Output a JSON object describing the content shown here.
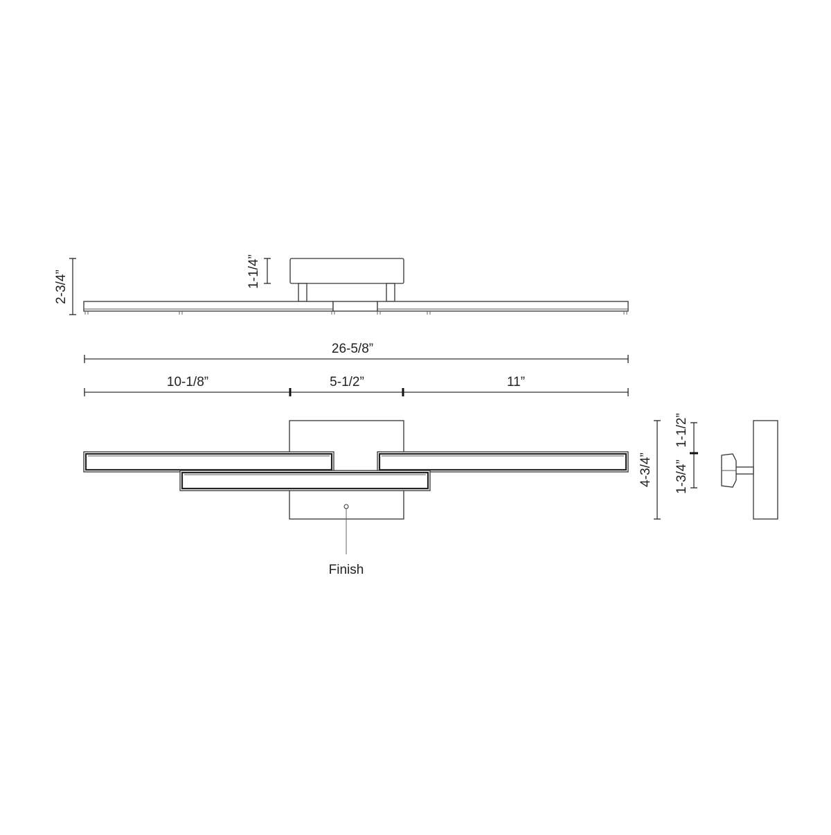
{
  "dimensions": {
    "overall_height_side": "2-3/4”",
    "canopy_height": "1-1/4”",
    "overall_width": "26-5/8”",
    "left_segment": "10-1/8”",
    "middle_segment": "5-1/2”",
    "right_segment": "11”",
    "front_height": "4-3/4”",
    "profile_top": "1-1/2”",
    "profile_bottom": "1-3/4”"
  },
  "callouts": {
    "finish": "Finish"
  }
}
